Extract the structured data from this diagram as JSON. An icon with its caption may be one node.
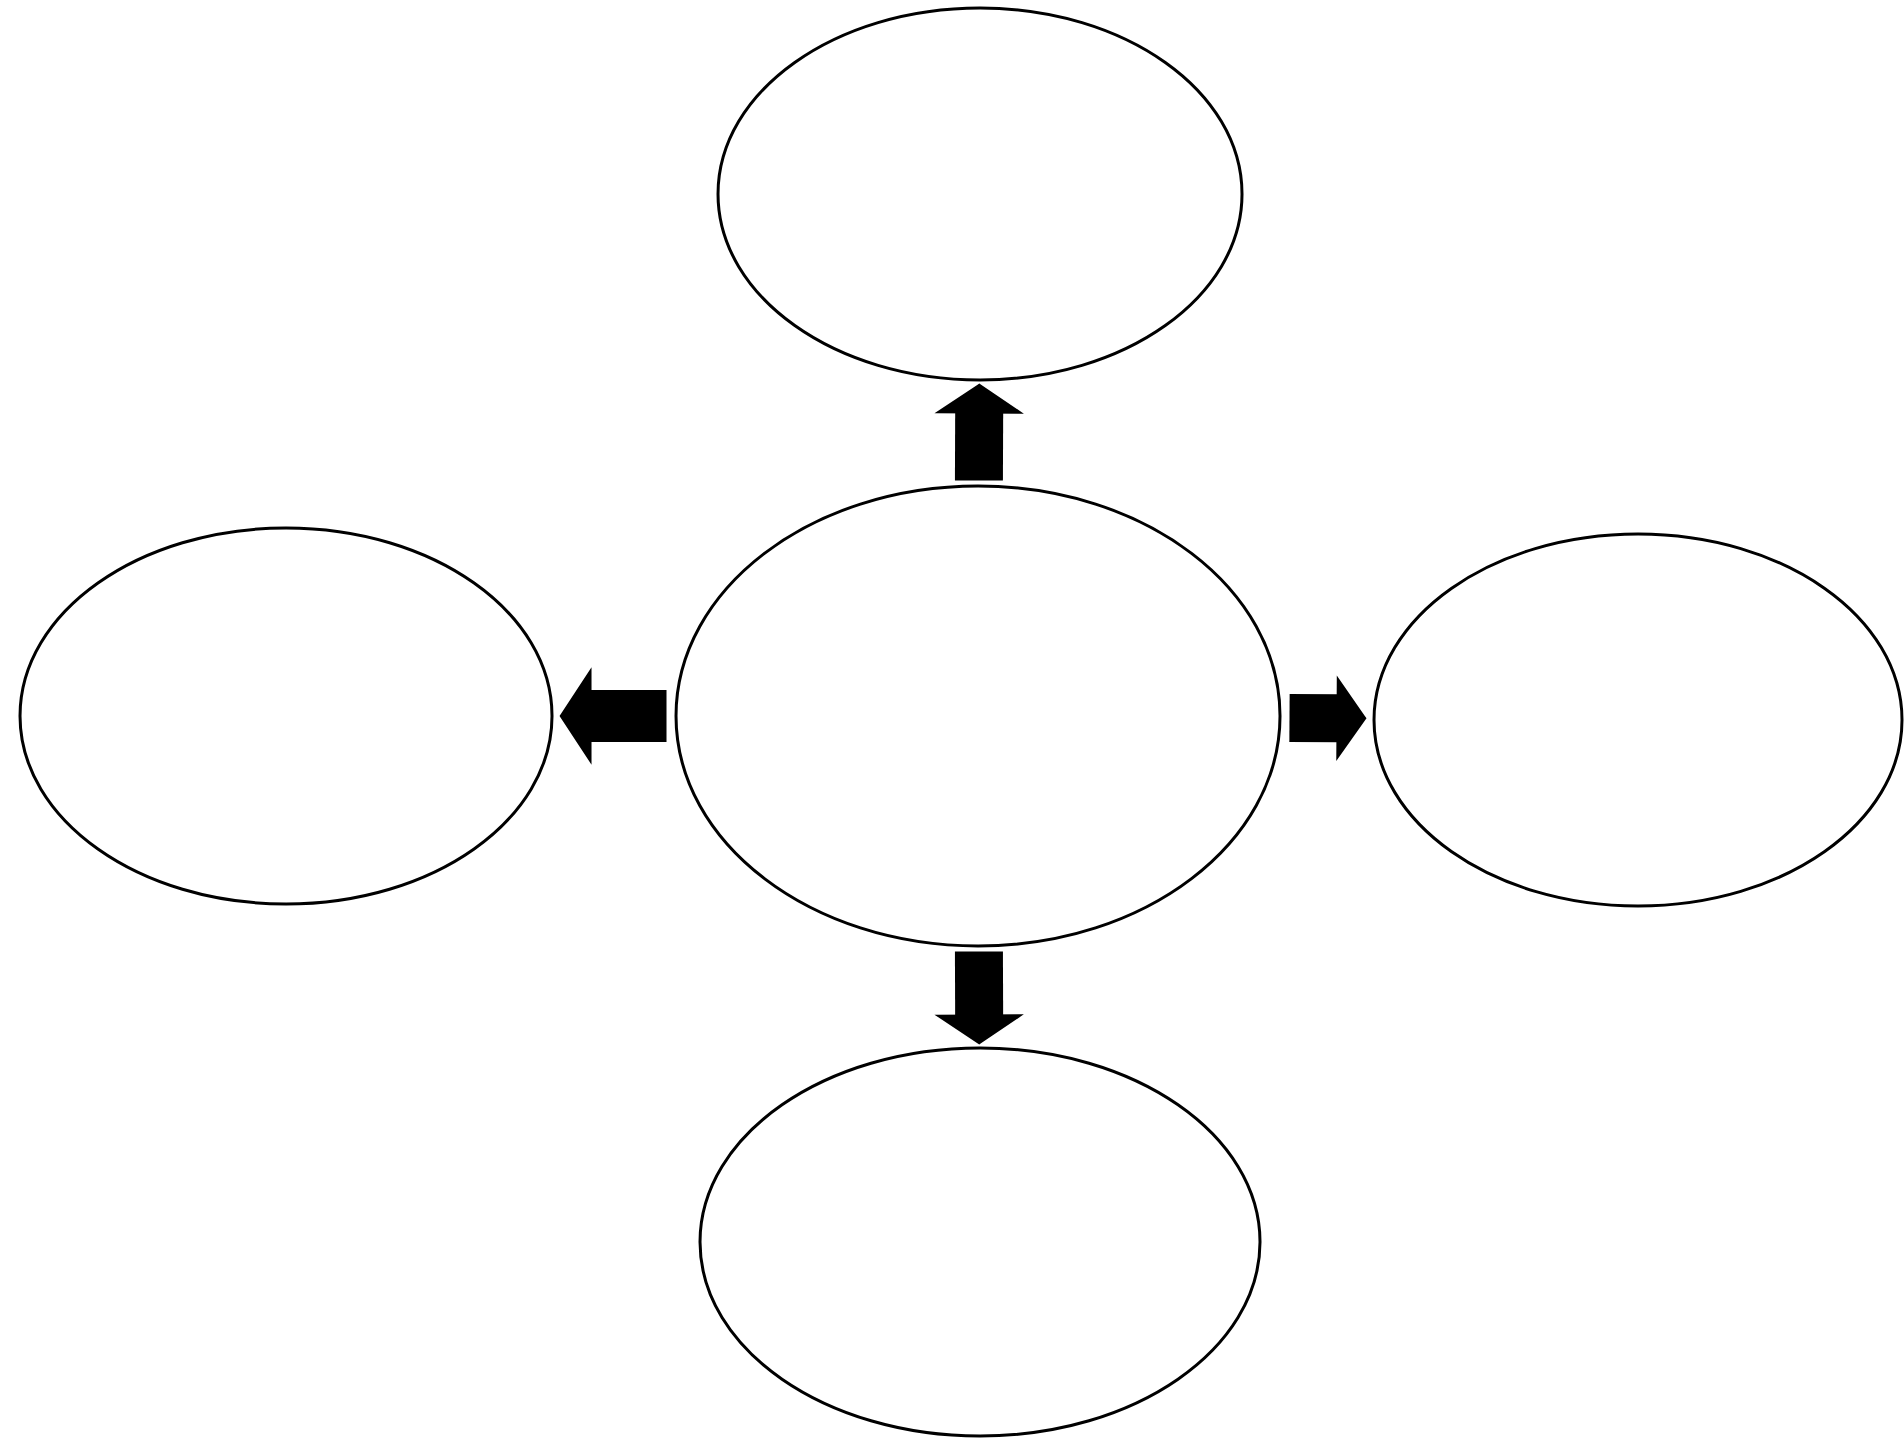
{
  "diagram": {
    "nodes": [
      {
        "text": [],
        "shape": "ellipse"
      },
      {
        "text": [],
        "shape": "ellipse"
      },
      {
        "text": [],
        "shape": "ellipse"
      },
      {
        "text": [],
        "shape": "ellipse"
      },
      {
        "text": [],
        "shape": "ellipse"
      }
    ],
    "edges": [
      {
        "from": 2,
        "to": 0,
        "arrow": "to"
      },
      {
        "from": 2,
        "to": 1,
        "arrow": "to"
      },
      {
        "from": 2,
        "to": 3,
        "arrow": "to"
      },
      {
        "from": 2,
        "to": 4,
        "arrow": "to"
      }
    ]
  }
}
